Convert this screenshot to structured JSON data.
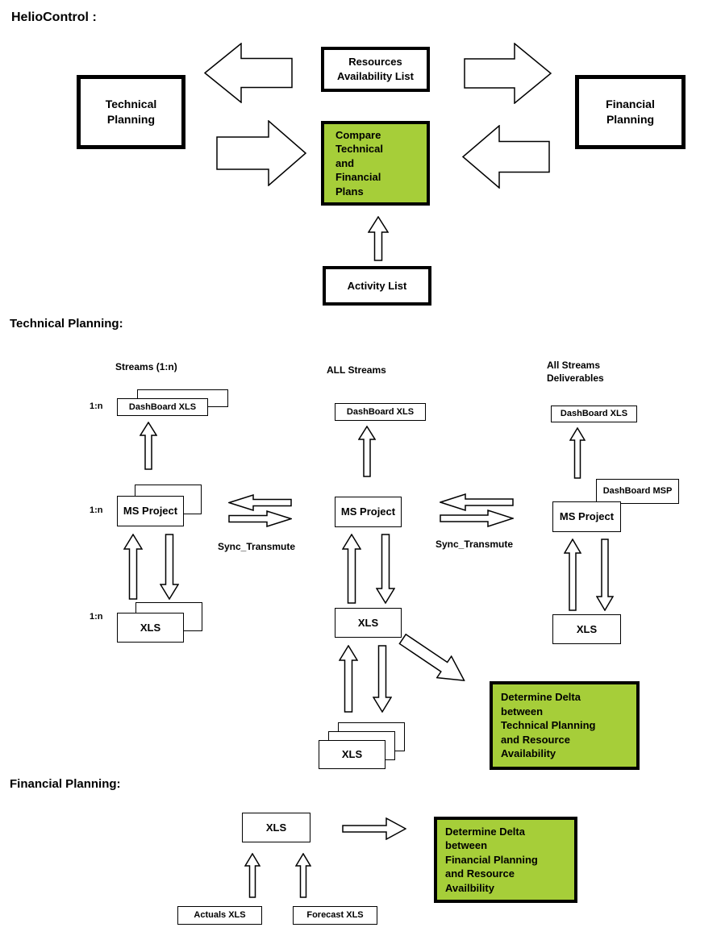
{
  "colors": {
    "green": "#A6CE39",
    "border": "#000000",
    "arrow_fill": "#ffffff"
  },
  "heliocontrol": {
    "title": "HelioControl :",
    "technical_box": "Technical\nPlanning",
    "resources_box": "Resources\nAvailability List",
    "compare_box": "Compare\nTechnical\nand\nFinancial\nPlans",
    "financial_box": "Financial\nPlanning",
    "activity_box": "Activity List"
  },
  "technical": {
    "heading": "Technical Planning:",
    "left": {
      "header": "Streams (1:n)",
      "multiplicity_dashboard": "1:n",
      "multiplicity_msproject": "1:n",
      "multiplicity_xls": "1:n",
      "dashboard": "DashBoard XLS",
      "msproject": "MS Project",
      "xls": "XLS"
    },
    "mid": {
      "header": "ALL Streams",
      "dashboard": "DashBoard XLS",
      "msproject": "MS Project",
      "xls": "XLS",
      "xls_stack": "XLS"
    },
    "right": {
      "header": "All Streams\nDeliverables",
      "dashboard": "DashBoard XLS",
      "dashboard_msp": "DashBoard MSP",
      "msproject": "MS Project",
      "xls": "XLS"
    },
    "sync_left_label": "Sync_Transmute",
    "sync_right_label": "Sync_Transmute",
    "delta_box": "Determine Delta\nbetween\nTechnical Planning\nand Resource\nAvailability"
  },
  "financial": {
    "heading": "Financial Planning:",
    "xls": "XLS",
    "delta_box": "Determine Delta\nbetween\nFinancial Planning\nand Resource\nAvailbility",
    "actuals": "Actuals XLS",
    "forecast": "Forecast XLS"
  }
}
